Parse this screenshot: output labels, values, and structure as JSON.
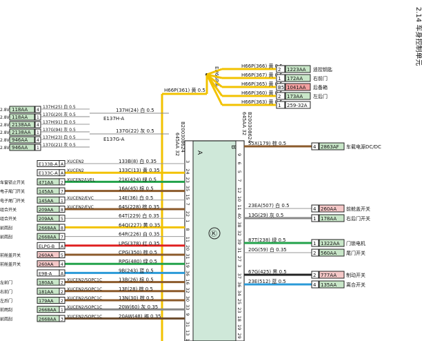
{
  "page_header": "2.14 车身控制单元",
  "unit": {
    "label": "Ⓚ",
    "left_pin_label": "A",
    "right_pin_label": "B"
  },
  "connectors": {
    "left_id": "645AA 32",
    "left_sub": "B200308624",
    "right_id": "645AA 32",
    "right_sub": "B200308624",
    "top_tag": "EH66P-A"
  },
  "top_wires": [
    {
      "text": "H66P(366) 黄 0.5",
      "pin": "2",
      "box": "1223AA",
      "cn": "遥控钥匙"
    },
    {
      "text": "H66P(367) 黄 0.5",
      "pin": "1",
      "box": "172AA",
      "cn": "右前门"
    },
    {
      "text": "H66P(365) 黄 0.5",
      "pin": "B5",
      "box": "1041AA",
      "cn": "后备箱"
    },
    {
      "text": "H66P(360) 黄 0.5",
      "pin": "2",
      "box": "173AA",
      "cn": "左后门"
    },
    {
      "text": "H66P(363) 黄 0.5",
      "pin": "1",
      "box": "259-32A",
      "cn": ""
    }
  ],
  "top_main": "H66P(361) 黄 0.5",
  "left_top_group": {
    "boxes": [
      {
        "side": "2.8V",
        "box": "118AA",
        "pin": "4",
        "code": "137H(25) 白 0.5"
      },
      {
        "side": "2.8V",
        "box": "118AA",
        "pin": "1",
        "code": "137G(20) 灰 0.5"
      },
      {
        "side": "2.8V",
        "box": "2138AA",
        "pin": "4",
        "code": "137H(91) 白 0.5"
      },
      {
        "side": "2.8V",
        "box": "2138AA",
        "pin": "1",
        "code": "137G(94) 灰 0.5"
      },
      {
        "side": "2.8V",
        "box": "946AA",
        "pin": "4",
        "code": "137H(23) 白 0.5"
      },
      {
        "side": "2.8V",
        "box": "946AA",
        "pin": "1",
        "code": "137G(21) 灰 0.5"
      }
    ],
    "joints": [
      {
        "code": "137H(24) 白 0.5",
        "tag": "E137H-A"
      },
      {
        "code": "137G(22) 灰 0.5",
        "tag": "E137G-A"
      }
    ]
  },
  "left_pins": [
    "3",
    "24",
    "23",
    "35",
    "15",
    "7",
    "22",
    "1",
    "8",
    "11",
    "20",
    "31",
    "19",
    "36",
    "16",
    "32",
    "30",
    "33",
    "9",
    "31",
    "13",
    "12"
  ],
  "left_wires": [
    {
      "box": "E133B-A",
      "pin": "A",
      "xu": "XUCEN2",
      "code": "133B(8) 白 0.35",
      "color": "#ffffff",
      "label": ""
    },
    {
      "box": "E133C-A",
      "pin": "A",
      "xu": "XUCEN2",
      "code": "133C(13) 黄 0.35",
      "color": "#f2c200",
      "label": ""
    },
    {
      "box": "471AA",
      "pin": "2",
      "xu": "XUCEN2/LVEL",
      "code": "21K(424) 绿 0.5",
      "color": "#22a24a",
      "label": "车窗锁止开关"
    },
    {
      "box": "145AA",
      "pin": "7",
      "xu": "",
      "code": "16A(45) 棕 0.5",
      "color": "#8b5a2b",
      "label": "电子尾门开关"
    },
    {
      "box": "145AA",
      "pin": "1",
      "xu": "XUCEN2/EVC",
      "code": "14E(36) 白 0.5",
      "color": "#ffffff",
      "label": "电子尾门开关"
    },
    {
      "box": "209AA",
      "pin": "8",
      "xu": "XUCEN2/EVC",
      "code": "64S(228) 棕 0.35",
      "color": "#8b5a2b",
      "label": "组合开关"
    },
    {
      "box": "209AA",
      "pin": "5",
      "xu": "",
      "code": "64T(229) 白 0.35",
      "color": "#ffffff",
      "label": "组合开关"
    },
    {
      "box": "2668AA",
      "pin": "8",
      "xu": "",
      "code": "64Q(227) 黄 0.35",
      "color": "#f2c200",
      "label": "前雨刮"
    },
    {
      "box": "2668AA",
      "pin": "7",
      "xu": "",
      "code": "64R(226) 白 0.35",
      "color": "#ffffff",
      "label": "前雨刮"
    },
    {
      "box": "ELPG-B",
      "pin": "A",
      "xu": "",
      "code": "LPG(378) 红 0.35",
      "color": "#e02020",
      "label": ""
    },
    {
      "box": "260AA",
      "pin": "5",
      "xu": "",
      "code": "CPG(350) 棕 0.5",
      "color": "#8b5a2b",
      "label": "前舱盖开关"
    },
    {
      "box": "260AA",
      "pin": "4",
      "xu": "",
      "code": "RPG(480) 绿 0.5",
      "color": "#22a24a",
      "label": "前舱盖开关"
    },
    {
      "box": "E9B-A",
      "pin": "A",
      "xu": "",
      "code": "9B(243) 蓝 0.5",
      "color": "#2a9ad8",
      "label": ""
    },
    {
      "box": "180AA",
      "pin": "2",
      "xu": "XUCEN2/SOPC1C",
      "code": "13B(26) 棕 0.5",
      "color": "#8b5a2b",
      "label": "左前门"
    },
    {
      "box": "181AA",
      "pin": "2",
      "xu": "XUCEN2/SOPC1C",
      "code": "13F(28) 棕 0.5",
      "color": "#8b5a2b",
      "label": "右前门"
    },
    {
      "box": "179AA",
      "pin": "2",
      "xu": "XUCEN2/SOPC1C",
      "code": "13N(30) 棕 0.5",
      "color": "#8b5a2b",
      "label": "左后门"
    },
    {
      "box": "2668AA",
      "pin": "1",
      "xu": "XUCEN2/SOPC1C",
      "code": "20W(60) 灰 0.35",
      "color": "#888888",
      "label": "前雨刮"
    },
    {
      "box": "2668AA",
      "pin": "3",
      "xu": "XUCEN2/SOPC1C",
      "code": "20AW(48) 褐 0.35",
      "color": "#6b4a2b",
      "label": "前雨刮"
    }
  ],
  "right_pins": [
    "9",
    "6",
    "5",
    "7",
    "12",
    "10",
    "11",
    "40",
    "38",
    "32",
    "39",
    "31",
    "27",
    "3",
    "37",
    "36",
    "34",
    "25",
    "23",
    "18",
    "19",
    "29"
  ],
  "right_wires": [
    {
      "code": "55X(179) 棕 0.5",
      "pin": "4",
      "box": "2863AF",
      "label": "车载电源DC/DC",
      "color": "#8b5a2b"
    },
    {
      "code": "23EA(507) 白 0.5",
      "pin": "4",
      "box": "260AA",
      "label": "前舱盖开关",
      "color": "#ffffff"
    },
    {
      "code": "13G(29) 灰 0.5",
      "pin": "1",
      "box": "178AA",
      "label": "右后门开关",
      "color": "#888888"
    },
    {
      "code": "87T(238) 绿 0.5",
      "pin": "1",
      "box": "1322AA",
      "label": "门锁电机",
      "color": "#22a24a"
    },
    {
      "code": "20G(59) 白 0.35",
      "pin": "2",
      "box": "560AA",
      "label": "尾门开关",
      "color": "#ffffff"
    },
    {
      "code": "67G(425) 黑 0.5",
      "pin": "2",
      "box": "777AA",
      "label": "制动开关",
      "color": "#222222"
    },
    {
      "code": "23E(512) 蓝 0.5",
      "pin": "4",
      "box": "135AA",
      "label": "离合开关",
      "color": "#2a9ad8"
    }
  ],
  "colors": {
    "module_fill": "#cfe8d9",
    "yellow": "#f2c200",
    "box_green": "#c8e6c8",
    "box_red": "#f2a0a0",
    "box_pink": "#f5c8c8"
  }
}
